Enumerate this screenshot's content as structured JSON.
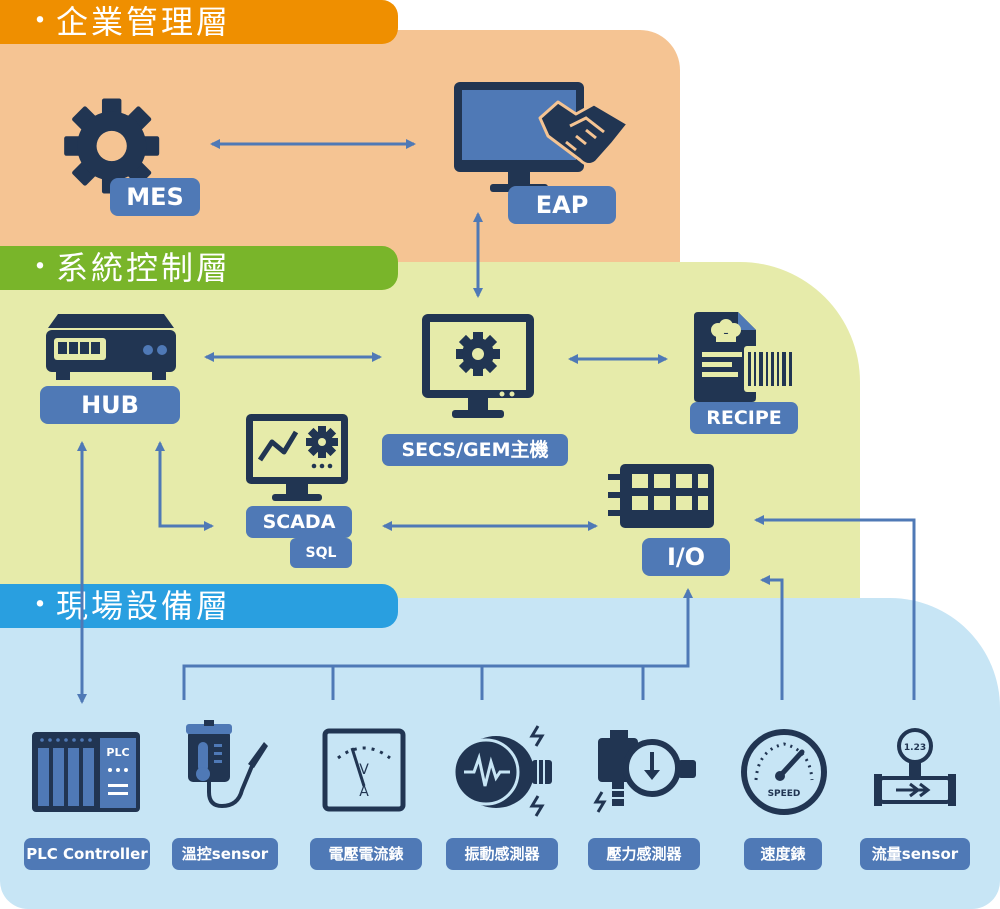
{
  "layers": {
    "enterprise": {
      "dot": "・",
      "title": "企業管理層"
    },
    "system": {
      "dot": "・",
      "title": "系統控制層"
    },
    "field": {
      "dot": "・",
      "title": "現場設備層"
    }
  },
  "nodes": {
    "mes": "MES",
    "eap": "EAP",
    "hub": "HUB",
    "secs_gem": "SECS/GEM主機",
    "recipe": "RECIPE",
    "scada": "SCADA",
    "sql": "SQL",
    "io": "I/O"
  },
  "devices": {
    "plc": "PLC Controller",
    "plc_badge": "PLC",
    "temp": "溫控sensor",
    "meter": "電壓電流錶",
    "vib": "振動感測器",
    "pressure": "壓力感測器",
    "speed": "速度錶",
    "speed_face": "SPEED",
    "flow": "流量sensor",
    "flow_face": "1.23"
  },
  "colors": {
    "enterprise_bg": "#f5c493",
    "enterprise_tab": "#ef8f00",
    "system_bg": "#e6ebaa",
    "system_tab": "#79b52a",
    "field_bg": "#c7e5f5",
    "field_tab": "#299fe0",
    "label_bg": "#4f79b6",
    "icon_dark": "#213552",
    "screen_blue": "#4f79b6"
  }
}
